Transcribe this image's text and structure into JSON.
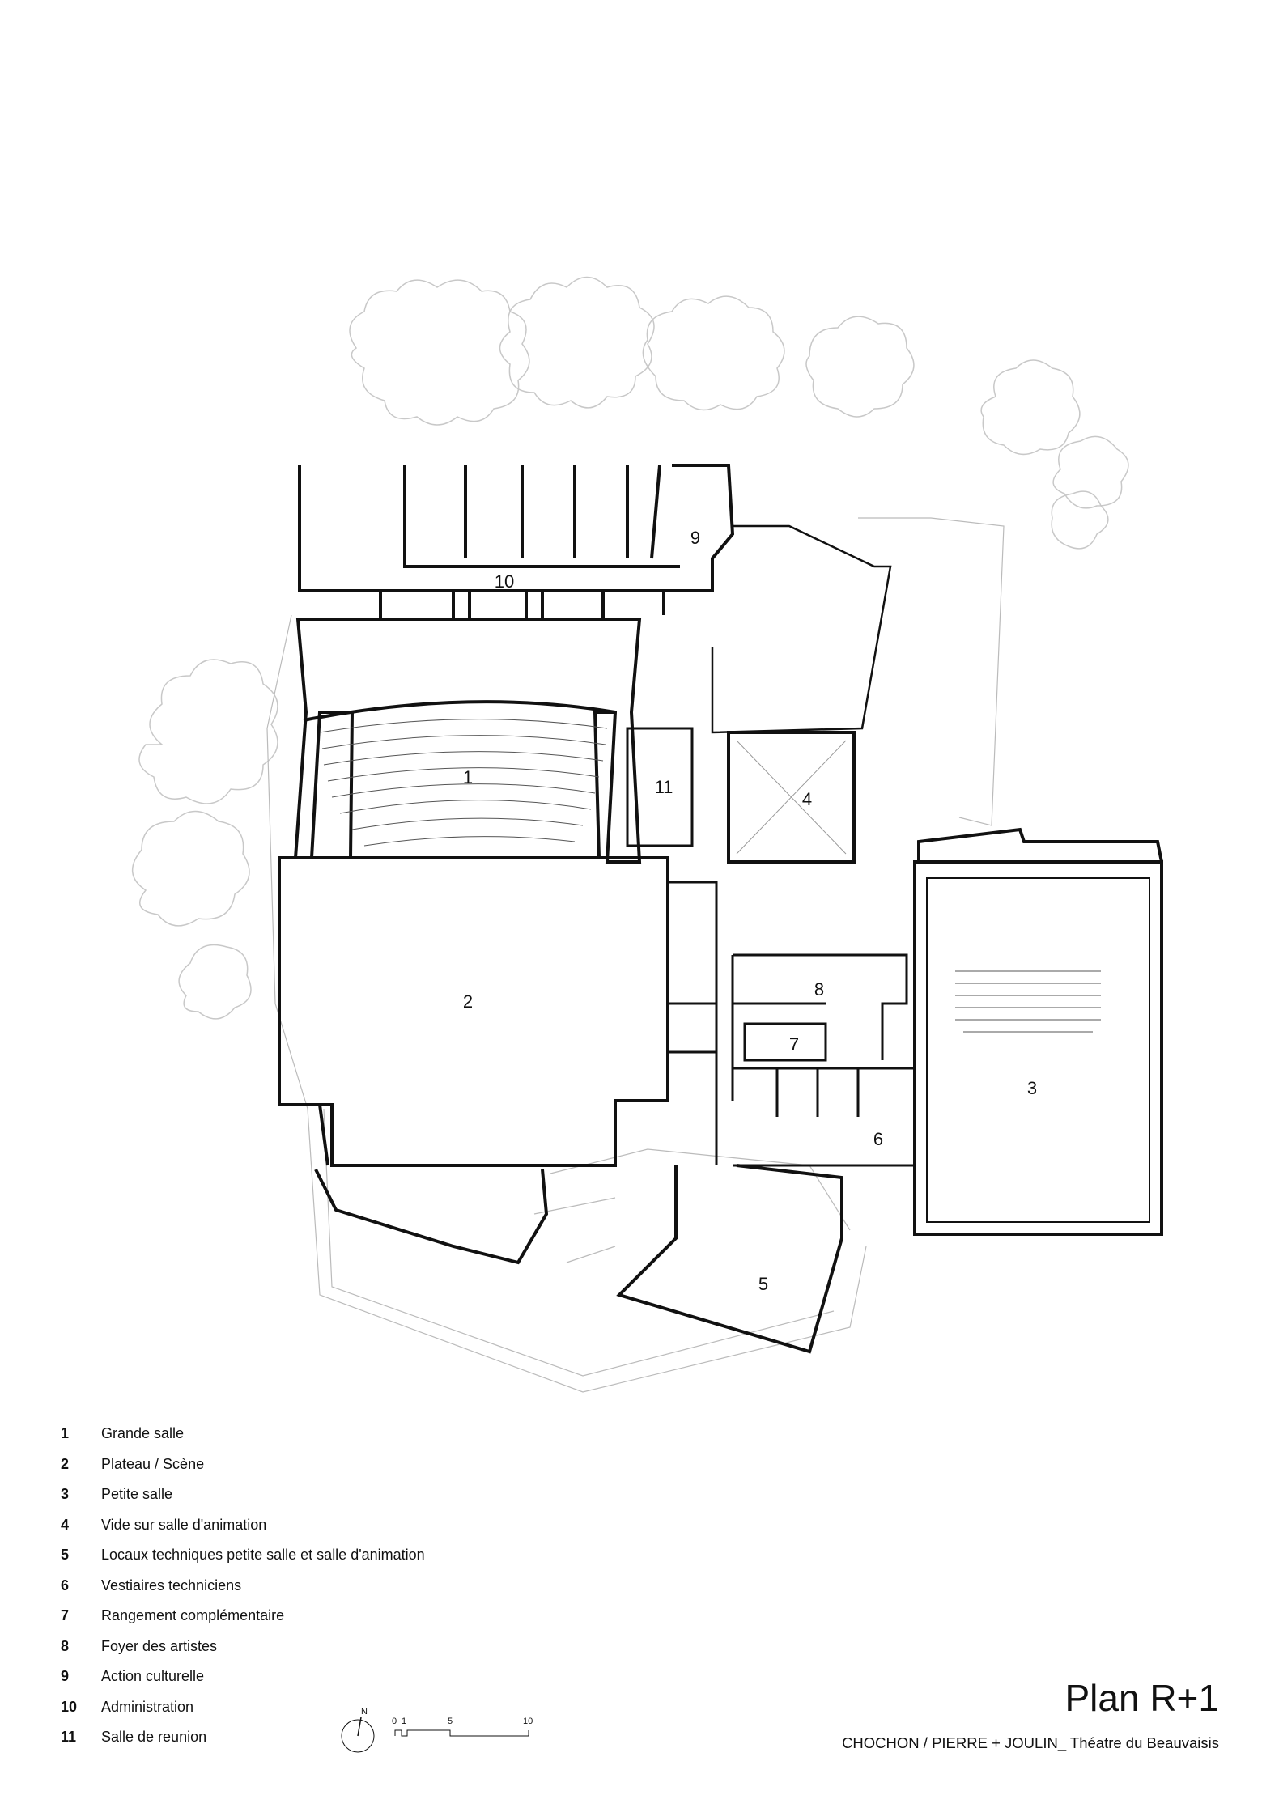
{
  "plan": {
    "room_labels": [
      {
        "id": "1",
        "text": "1"
      },
      {
        "id": "2",
        "text": "2"
      },
      {
        "id": "3",
        "text": "3"
      },
      {
        "id": "4",
        "text": "4"
      },
      {
        "id": "5",
        "text": "5"
      },
      {
        "id": "6",
        "text": "6"
      },
      {
        "id": "7",
        "text": "7"
      },
      {
        "id": "8",
        "text": "8"
      },
      {
        "id": "9",
        "text": "9"
      },
      {
        "id": "10",
        "text": "10"
      },
      {
        "id": "11",
        "text": "11"
      }
    ]
  },
  "legend": {
    "items": [
      {
        "num": "1",
        "label": "Grande salle"
      },
      {
        "num": "2",
        "label": "Plateau / Scène"
      },
      {
        "num": "3",
        "label": "Petite salle"
      },
      {
        "num": "4",
        "label": "Vide sur salle d'animation"
      },
      {
        "num": "5",
        "label": "Locaux techniques petite salle et salle d'animation"
      },
      {
        "num": "6",
        "label": "Vestiaires techniciens"
      },
      {
        "num": "7",
        "label": "Rangement complémentaire"
      },
      {
        "num": "8",
        "label": "Foyer des artistes"
      },
      {
        "num": "9",
        "label": "Action culturelle"
      },
      {
        "num": "10",
        "label": "Administration"
      },
      {
        "num": "11",
        "label": "Salle de reunion"
      }
    ]
  },
  "north_arrow": {
    "label": "N"
  },
  "scale_bar": {
    "ticks": [
      "0",
      "1",
      "5",
      "10"
    ]
  },
  "title": {
    "text": "Plan R+1"
  },
  "credit": {
    "text": "CHOCHON / PIERRE + JOULIN_ Théatre du Beauvaisis"
  },
  "colors": {
    "wall": "#111111",
    "light_line": "#bbbbbb",
    "tree": "#c8c8c8"
  }
}
